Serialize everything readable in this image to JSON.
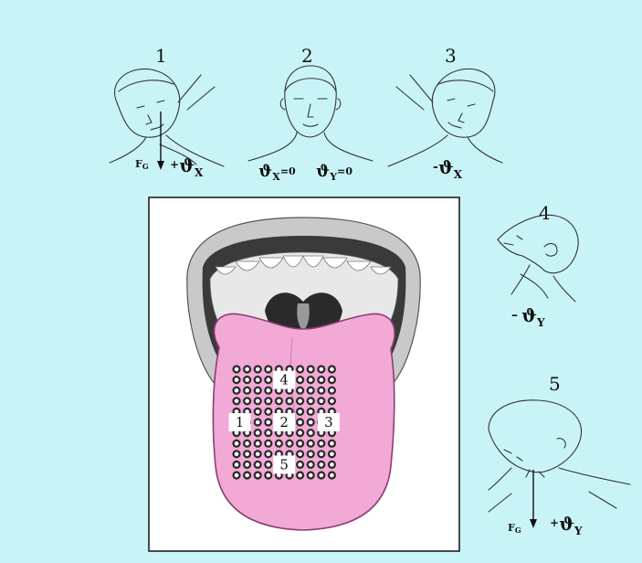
{
  "poses": [
    {
      "id": "1",
      "number": "1",
      "force": "F",
      "force_sub": "G",
      "angle_sign": "+",
      "angle_axis": "X"
    },
    {
      "id": "2",
      "number": "2",
      "angle_x_axis": "X",
      "angle_x_value": "=0",
      "angle_y_axis": "Y",
      "angle_y_value": "=0"
    },
    {
      "id": "3",
      "number": "3",
      "angle_sign": "-",
      "angle_axis": "X"
    },
    {
      "id": "4",
      "number": "4",
      "angle_sign": "–",
      "angle_axis": "Y"
    },
    {
      "id": "5",
      "number": "5",
      "force": "F",
      "force_sub": "G",
      "angle_sign": "+",
      "angle_axis": "Y"
    }
  ],
  "theta_symbol": "ϑ",
  "electrode_grid": {
    "rows": 11,
    "cols": 10,
    "labels": [
      {
        "text": "4",
        "row": 1,
        "col": 4.5
      },
      {
        "text": "1",
        "row": 5,
        "col": 0.3
      },
      {
        "text": "2",
        "row": 5,
        "col": 4.5
      },
      {
        "text": "3",
        "row": 5,
        "col": 8.7
      },
      {
        "text": "5",
        "row": 9,
        "col": 4.5
      }
    ]
  },
  "colors": {
    "background": "#c9f4f7",
    "tongue": "#f2a9d6",
    "tongue_edge": "#8a3f73",
    "lips": "#c9c9c9",
    "mouth_dark": "#3a3a3a",
    "frame": "#111111"
  }
}
